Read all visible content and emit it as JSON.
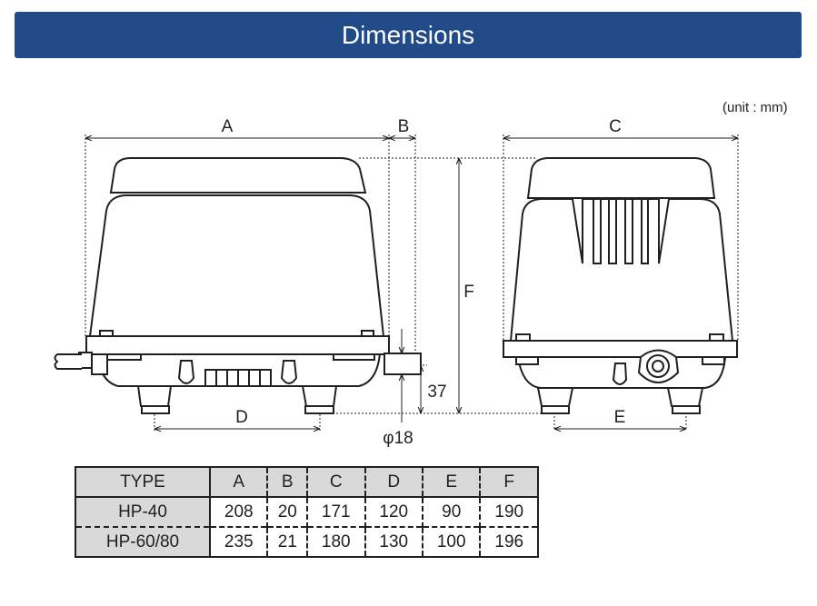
{
  "header": {
    "title": "Dimensions"
  },
  "unit_note": "(unit : mm)",
  "diagram": {
    "labels": {
      "A": "A",
      "B": "B",
      "C": "C",
      "D": "D",
      "E": "E",
      "F": "F",
      "height_37": "37",
      "diameter": "φ18"
    }
  },
  "table": {
    "headers": [
      "TYPE",
      "A",
      "B",
      "C",
      "D",
      "E",
      "F"
    ],
    "rows": [
      [
        "HP-40",
        "208",
        "20",
        "171",
        "120",
        "90",
        "190"
      ],
      [
        "HP-60/80",
        "235",
        "21",
        "180",
        "130",
        "100",
        "196"
      ]
    ]
  },
  "colors": {
    "header_bg": "#214a88",
    "table_header_bg": "#d9d9d9",
    "line": "#231f20"
  }
}
